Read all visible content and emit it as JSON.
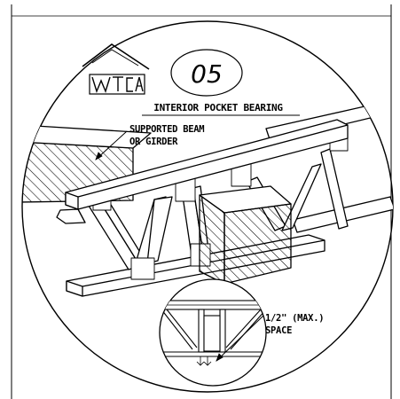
{
  "detail": {
    "number": "05",
    "title": "INTERIOR POCKET BEARING"
  },
  "logo": {
    "text": "WTCA"
  },
  "callouts": {
    "beam_line1": "SUPPORTED BEAM",
    "beam_line2": "OR GIRDER",
    "gap_line1": "1/2\" (MAX.)",
    "gap_line2": "SPACE"
  }
}
